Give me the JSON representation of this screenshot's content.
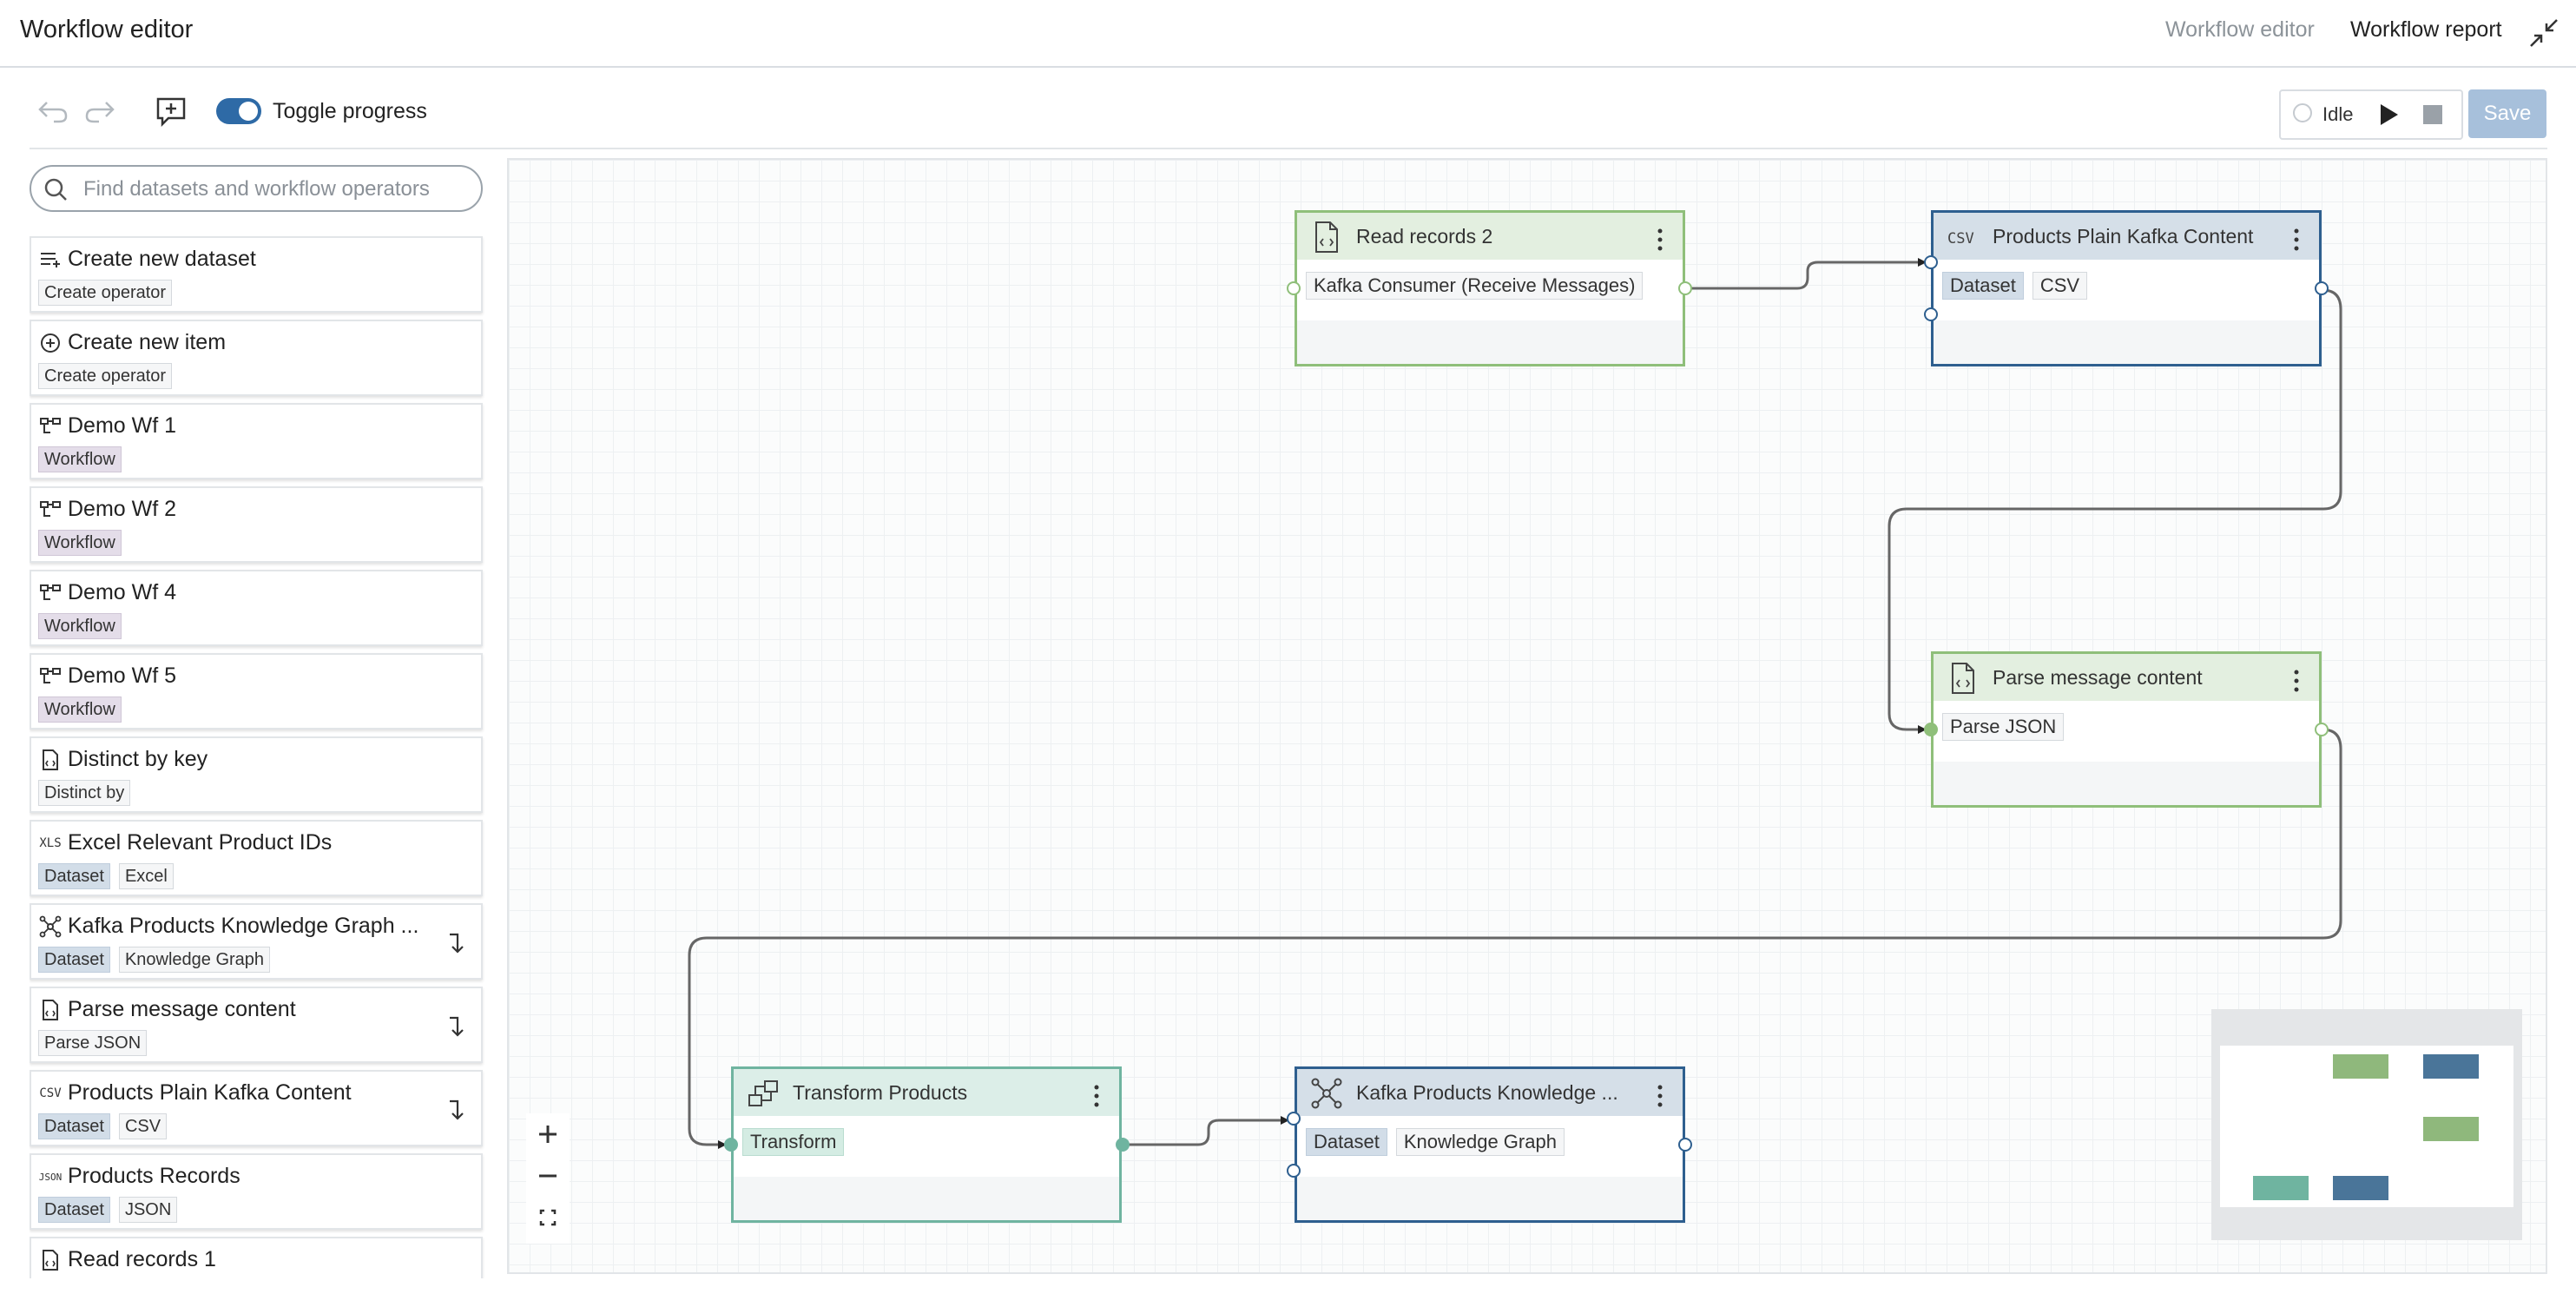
{
  "header": {
    "title": "Workflow editor",
    "nav_editor": "Workflow editor",
    "nav_report": "Workflow report"
  },
  "toolbar": {
    "toggle_label": "Toggle progress",
    "status": "Idle",
    "save_label": "Save"
  },
  "search": {
    "placeholder": "Find datasets and workflow operators"
  },
  "sidebar": {
    "items": [
      {
        "label": "Create new dataset",
        "icon": "list-plus-icon",
        "tags": [
          "Create operator"
        ]
      },
      {
        "label": "Create new item",
        "icon": "plus-circle-icon",
        "tags": [
          "Create operator"
        ]
      },
      {
        "label": "Demo Wf 1",
        "icon": "workflow-icon",
        "tags": [
          "Workflow"
        ]
      },
      {
        "label": "Demo Wf 2",
        "icon": "workflow-icon",
        "tags": [
          "Workflow"
        ]
      },
      {
        "label": "Demo Wf 4",
        "icon": "workflow-icon",
        "tags": [
          "Workflow"
        ]
      },
      {
        "label": "Demo Wf 5",
        "icon": "workflow-icon",
        "tags": [
          "Workflow"
        ]
      },
      {
        "label": "Distinct by key",
        "icon": "document-code-icon",
        "tags": [
          "Distinct by"
        ]
      },
      {
        "label": "Excel Relevant Product IDs",
        "icon": "xls-icon",
        "tags": [
          "Dataset",
          "Excel"
        ]
      },
      {
        "label": "Kafka Products Knowledge Graph ...",
        "icon": "graph-icon",
        "tags": [
          "Dataset",
          "Knowledge Graph"
        ]
      },
      {
        "label": "Parse message content",
        "icon": "document-code-icon",
        "tags": [
          "Parse JSON"
        ]
      },
      {
        "label": "Products Plain Kafka Content",
        "icon": "csv-icon",
        "tags": [
          "Dataset",
          "CSV"
        ]
      },
      {
        "label": "Products Records",
        "icon": "json-icon",
        "tags": [
          "Dataset",
          "JSON"
        ]
      },
      {
        "label": "Read records 1",
        "icon": "document-code-icon",
        "tags": []
      }
    ],
    "icon_text": {
      "xls": "XLS",
      "csv": "CSV",
      "json": "JSON"
    }
  },
  "nodes": {
    "read_records": {
      "title": "Read records 2",
      "tags": [
        "Kafka Consumer (Receive Messages)"
      ],
      "icon": "document-code-icon"
    },
    "products_plain": {
      "title": "Products Plain Kafka Content",
      "tags": [
        "Dataset",
        "CSV"
      ],
      "icon": "csv-icon"
    },
    "parse_message": {
      "title": "Parse message content",
      "tags": [
        "Parse JSON"
      ],
      "icon": "document-code-icon"
    },
    "transform": {
      "title": "Transform Products",
      "tags": [
        "Transform"
      ],
      "icon": "transform-icon"
    },
    "kafka_kg": {
      "title": "Kafka Products Knowledge ...",
      "tags": [
        "Dataset",
        "Knowledge Graph"
      ],
      "icon": "graph-icon"
    }
  },
  "colors": {
    "green_border": "#8fbf7a",
    "blue_border": "#2e5f8f",
    "teal_border": "#6fb4a0",
    "accent": "#2e6aa6"
  }
}
